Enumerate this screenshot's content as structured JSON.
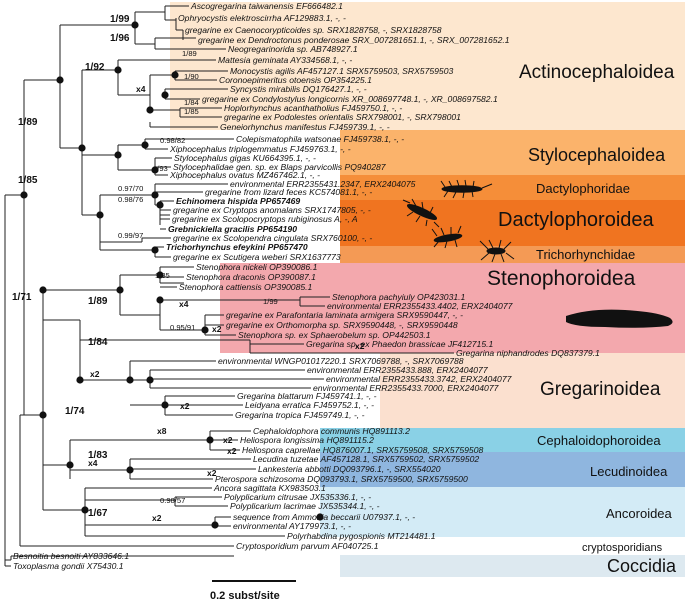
{
  "clades": {
    "actinocephaloidea": "Actinocephaloidea",
    "stylocephaloidea": "Stylocephaloidea",
    "dactylophoridae": "Dactylophoridae",
    "dactylophoroidea": "Dactylophoroidea",
    "trichorhynchidae": "Trichorhynchidae",
    "stenophoroidea": "Stenophoroidea",
    "gregarinoidea": "Gregarinoidea",
    "cephaloidophoroidea": "Cephaloidophoroidea",
    "lecudinoidea": "Lecudinoidea",
    "ancoroidea": "Ancoroidea",
    "cryptosporidians": "cryptosporidians",
    "coccidia": "Coccidia"
  },
  "colors": {
    "actinocephaloidea": "#fde7cf",
    "stylocephaloidea": "#fbb36b",
    "dactylophoridae": "#f58e39",
    "dactylophoroidea": "#f07420",
    "trichorhynchidae": "#f49a55",
    "stenophoroidea": "#f3a8ad",
    "gregarinoidea": "#fbe0cf",
    "cephaloidophoroidea": "#8ad1e6",
    "lecudinoidea": "#8fb6df",
    "ancoroidea": "#d3ebf6",
    "coccidia": "#dde9f0",
    "cryptosporidians": "#ffffff"
  },
  "taxa": [
    "Ascogregarina taiwanensis EF666482.1",
    "Ophryocystis elektroscirrha AF129883.1, -, -",
    "gregarine ex Caenocorypticoides sp. SRX1828758, -, SRX1828758",
    "gregarine ex Dendroctonus ponderosae SRX_007281651.1, -, SRX_007281652.1",
    "Neogregarinorida sp. AB748927.1",
    "Mattesia geminata AY334568.1, -, -",
    "Monocystis agilis AF457127.1 SRX5759503, SRX5759503",
    "Coronoepimeritus otoensis OP354225.1",
    "Syncystis mirabilis DQ176427.1, -, -",
    "gregarine ex Condylostylus longicornis XR_008697748.1, -, XR_008697582.1",
    "Hoplorhynchus acanthatholius FJ459750.1, -, -",
    "gregarine ex Podolestes orientalis SRX798001, -, SRX798001",
    "Geneiorhynchus manifestus FJ459739.1, -, -",
    "Colepismatophila watsonae FJ459738.1, -, -",
    "Xiphocephalus triplogemmatus FJ459763.1, -, -",
    "Stylocephalus gigas KU664395.1, -, -",
    "Stylocephalidae gen. sp. ex Blaps parvicollis PQ940287",
    "Xiphocephalus ovatus MZ467462.1, -, -",
    "environmental ERR2355431.2347, ERX2404075",
    "gregarine from lizard feces KC574081.1, -, -",
    "Echinomera hispida PP657469",
    "gregarine ex Cryptops anomalans SRX1747805, -, -",
    "gregarine ex Scolopocryptops rubiginosus A, -, A",
    "Grebnickiella gracilis PP654190",
    "gregarine ex Scolopendra cingulata SRX760100, -, -",
    "Trichorhynchus efeykini PP657470",
    "gregarine ex Scutigera weberi SRX1637773",
    "Stenophora nickeli OP390086.1",
    "Stenophora draconis OP390087.1",
    "Stenophora cattiensis OP390085.1",
    "Stenophora pachyiuly OP423031.1",
    "environmental ERR2355433.4402, ERX2404077",
    "gregarine ex Parafontaria laminata armigera SRX9590447, -, -",
    "gregarine ex Orthomorpha sp. SRX9590448, -, SRX9590448",
    "Stenophora sp. ex Sphaerobelum sp. OP442503.1",
    "Gregarina sp. ex Phaedon brassicae JF412715.1",
    "Gregarina niphandrodes DQ837379.1",
    "environmental WNGP01017220.1 SRX7069788, -, SRX7069788",
    "environmental ERR2355433.888, ERX2404077",
    "environmental ERR2355433.3742, ERX2404077",
    "environmental ERR2355433.7000, ERX2404077",
    "Gregarina blattarum FJ459741.1, -, -",
    "Leidyana erratica FJ459752.1, -, -",
    "Gregarina tropica FJ459749.1, -, -",
    "Cephaloidophora communis HQ891113.2",
    "Heliospora longissima HQ891115.2",
    "Heliospora caprellae HQ876007.1, SRX5759508, SRX5759508",
    "Lecudina tuzetae AF457128.1, SRX5759502, SRX5759502",
    "Lankesteria abbotti DQ093796.1, -, SRX554020",
    "Pterospora schizosoma DQ093793.1, SRX5759500, SRX5759500",
    "Ancora sagittata KX983503.1",
    "Polyplicarium citrusae JX535336.1, -, -",
    "Polyplicarium lacrimae JX535344.1, -, -",
    "sequence from Ammonia beccarii U07937.1, -, -",
    "environmental AY179973.1, -, -",
    "Polyrhabdina pygospionis MT214481.1",
    "Cryptosporidium parvum AF040725.1",
    "Besnoitia besnoiti AY833646.1",
    "Toxoplasma gondii X75430.1"
  ],
  "support": [
    "1/99",
    "1/96",
    "1/89",
    "1/92",
    "1/90",
    "1/84",
    "1/85",
    "1/89",
    "1/85",
    "0.98/82",
    "1/93",
    "0.97/70",
    "0.98/76",
    "0.99/97",
    "1/71",
    "1/85",
    "1/89",
    "1/99",
    "0.95/91",
    "1/84",
    "1/74",
    "1/83",
    "0.98/57",
    "1/67"
  ],
  "multipliers": [
    "x4",
    "x4",
    "x2",
    "x2",
    "x2",
    "x8",
    "x2",
    "x2",
    "x4",
    "x2",
    "x2",
    "x2"
  ],
  "scale_label": "0.2 subst/site"
}
